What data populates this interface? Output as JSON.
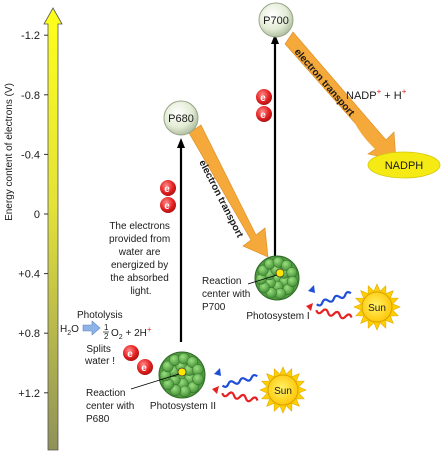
{
  "axis": {
    "label": "Energy content of electrons (V)",
    "ticks": [
      {
        "value": -1.2,
        "text": "-1.2"
      },
      {
        "value": -0.8,
        "text": "-0.8"
      },
      {
        "value": -0.4,
        "text": "-0.4"
      },
      {
        "value": 0,
        "text": "0"
      },
      {
        "value": 0.4,
        "text": "+0.4"
      },
      {
        "value": 0.8,
        "text": "+0.8"
      },
      {
        "value": 1.2,
        "text": "+1.2"
      }
    ]
  },
  "labels": {
    "p680": "P680",
    "p700": "P700",
    "electron_transport_1": "electron transport",
    "electron_transport_2": "electron transport",
    "electron_symbol": "e",
    "electron_superscript": "-",
    "electrons_text": [
      "The electrons",
      "provided from",
      "water are",
      "energized by",
      "the absorbed",
      "light."
    ],
    "nadp": "NADP",
    "nadp_plus": "+",
    "nadp_h": " + H",
    "nadph": "NADPH",
    "photolysis": "Photolysis",
    "h2o_h": "H",
    "h2o_2": "2",
    "h2o_o": "O",
    "half_num": "1",
    "half_den": "2",
    "o2": "O",
    "o2_sub": "2",
    "plus_2h": " + 2H",
    "splits_water": [
      "Splits",
      "water !"
    ],
    "rc1_text": [
      "Reaction",
      "center with",
      "P700"
    ],
    "ps1": "Photosystem I",
    "rc2_text": [
      "Reaction",
      "center with",
      "P680"
    ],
    "ps2": "Photosystem II",
    "sun": "Sun"
  },
  "colors": {
    "axis_top": "#ffff1a",
    "axis_bottom": "#8a8a4a",
    "orange_arrow": "#f5a93a",
    "red": "#e52222",
    "blue": "#1e4fd6",
    "green": "#5da84a",
    "sun": "#ffd700",
    "nadph": "#f5ea14"
  }
}
